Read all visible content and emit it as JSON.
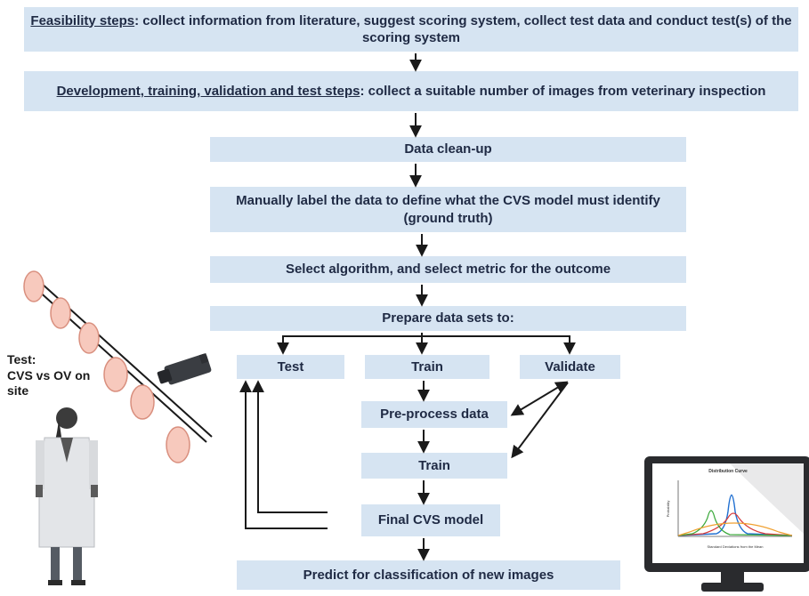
{
  "steps": {
    "feasibility": {
      "heading": "Feasibility steps",
      "text": ": collect information from literature, suggest scoring system, collect test data and conduct test(s) of the scoring system"
    },
    "development": {
      "heading": "Development, training, validation and test steps",
      "text": ": collect a suitable number of images from veterinary inspection"
    },
    "cleanup": "Data clean-up",
    "label": "Manually label the data to define what the CVS model must identify (ground truth)",
    "algorithm": "Select algorithm, and select metric for the outcome",
    "prepare": "Prepare data sets to:",
    "test": "Test",
    "train": "Train",
    "validate": "Validate",
    "preprocess": "Pre-process data",
    "train2": "Train",
    "final_model": "Final CVS model",
    "predict": "Predict for classification of new images"
  },
  "side_label": "Test:\nCVS vs OV on site",
  "monitor_chart": {
    "title": "Distribution Curve",
    "xlabel": "Standard Deviations from the Mean",
    "ylabel": "Probability"
  },
  "colors": {
    "box_fill": "#d6e4f2",
    "text": "#1f2a44",
    "arrow": "#1a1a1a"
  }
}
